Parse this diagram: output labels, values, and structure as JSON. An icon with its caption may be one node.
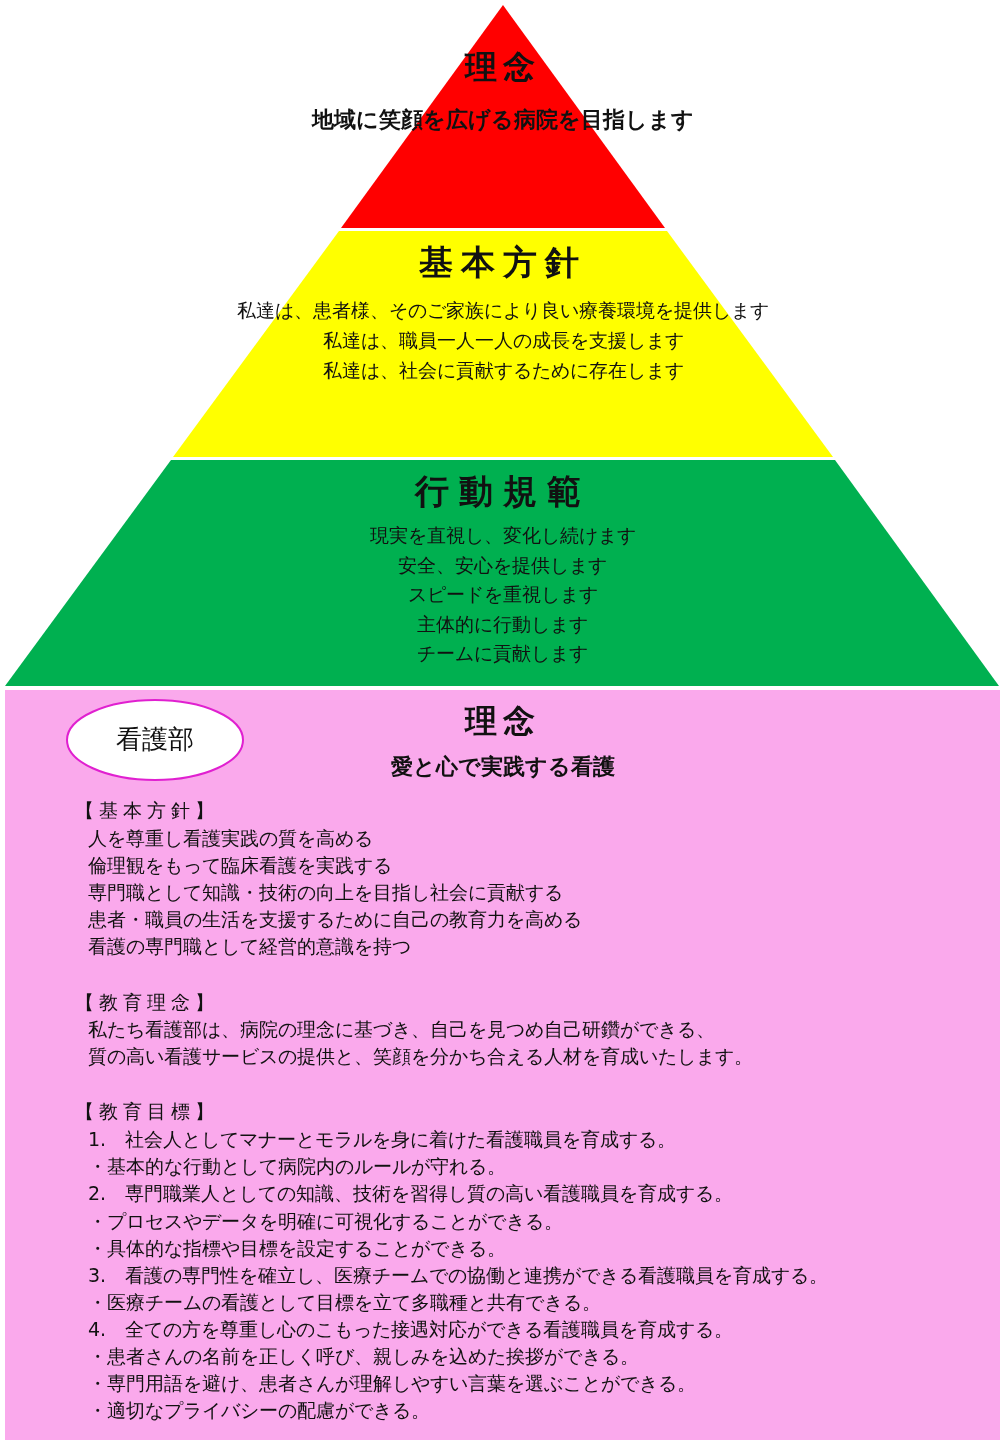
{
  "diagram": {
    "nodes": [
      {
        "text": [
          "理念",
          "地域に笑顔を広げる病院を目指します"
        ]
      },
      {
        "text": [
          "基本方針",
          "私達は、患者様、そのご家族により良い療養環境を提供します",
          "私達は、職員一人一人の成長を支援します",
          "私達は、社会に貢献するために存在します"
        ]
      },
      {
        "text": [
          "行動規範",
          "現実を直視し、変化し続けます",
          "安全、安心を提供します",
          "スピードを重視します",
          "主体的に行動します",
          "チームに貢献します"
        ]
      },
      {
        "text": [
          "理念",
          "愛と心で実践する看護",
          "【基本方針】",
          "人を尊重し看護実践の質を高める",
          "倫理観をもって臨床看護を実践する",
          "専門職として知識・技術の向上を目指し社会に貢献する",
          "患者・職員の生活を支援するために自己の教育力を高める",
          "看護の専門職として経営的意識を持つ",
          "【教育理念】",
          "私たち看護部は、病院の理念に基づき、自己を見つめ自己研鑽ができる、",
          "質の高い看護サービスの提供と、笑顔を分かち合える人材を育成いたします。",
          "【教育目標】",
          "1.　社会人としてマナーとモラルを身に着けた看護職員を育成する。",
          "・基本的な行動として病院内のルールが守れる。",
          "2.　専門職業人としての知識、技術を習得し質の高い看護職員を育成する。",
          "・プロセスやデータを明確に可視化することができる。",
          "・具体的な指標や目標を設定することができる。",
          "3.　看護の専門性を確立し、医療チームでの協働と連携ができる看護職員を育成する。",
          "・医療チームの看護として目標を立て多職種と共有できる。",
          "4.　全ての方を尊重し心のこもった接遇対応ができる看護職員を育成する。",
          "・患者さんの名前を正しく呼び、親しみを込めた挨拶ができる。",
          "・専門用語を避け、患者さんが理解しやすい言葉を選ぶことができる。",
          "・適切なプライバシーの配慮ができる。"
        ]
      },
      {
        "text": [
          "看護部"
        ],
        "in": 3
      }
    ]
  }
}
